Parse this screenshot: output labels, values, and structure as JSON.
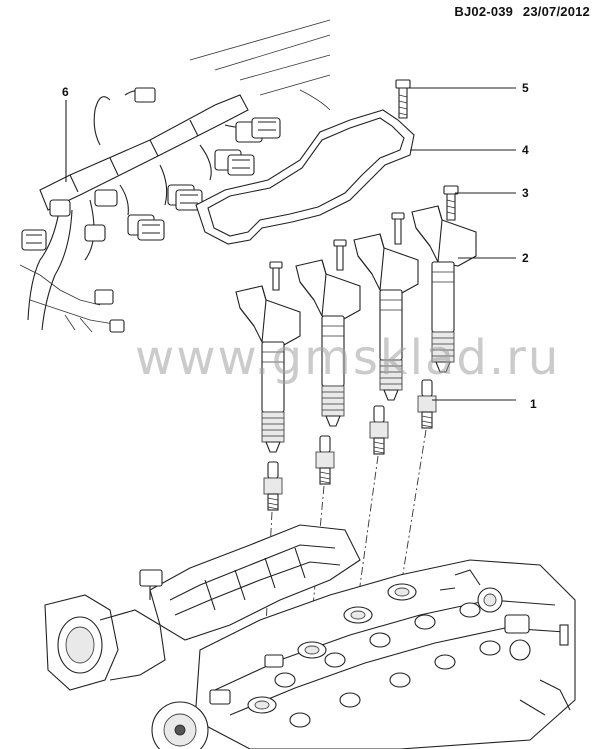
{
  "header": {
    "drawing_code": "BJ02-039",
    "date": "23/07/2012"
  },
  "watermark": "www.gmsklad.ru",
  "callouts": [
    {
      "id": "1",
      "label": "1"
    },
    {
      "id": "2",
      "label": "2"
    },
    {
      "id": "3",
      "label": "3"
    },
    {
      "id": "4",
      "label": "4"
    },
    {
      "id": "5",
      "label": "5"
    },
    {
      "id": "6",
      "label": "6"
    }
  ]
}
